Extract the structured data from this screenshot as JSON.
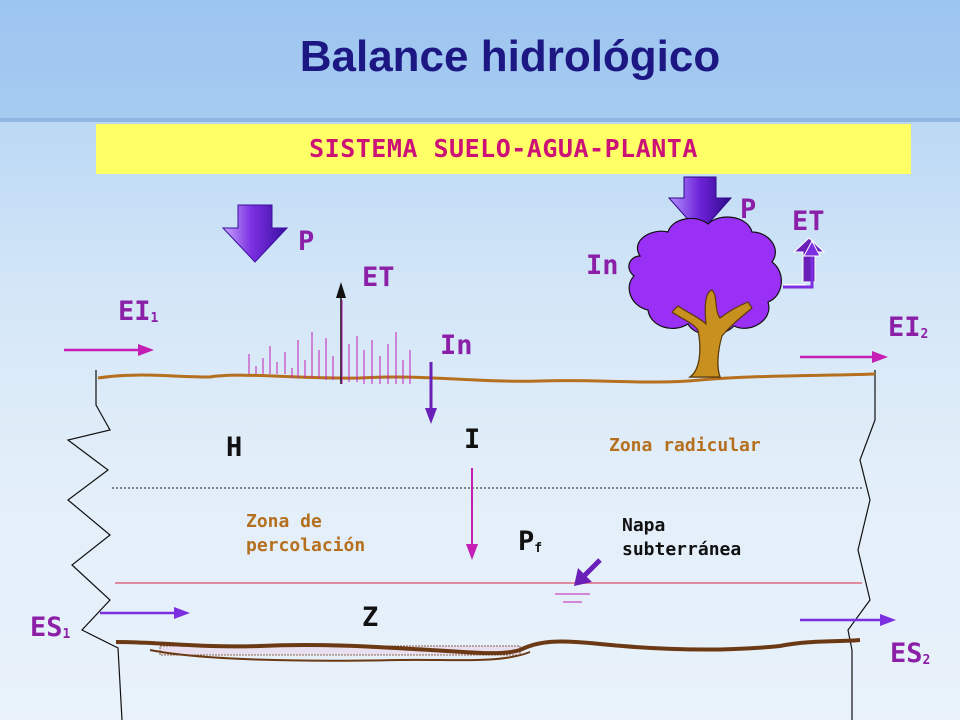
{
  "title": "Balance hidrológico",
  "subtitle": "SISTEMA SUELO-AGUA-PLANTA",
  "labels": {
    "p_left": "P",
    "p_right": "P",
    "et_left": "ET",
    "et_right": "ET",
    "in_left": "In",
    "in_right": "In",
    "ei1": "EI",
    "ei1_sub": "1",
    "ei2": "EI",
    "ei2_sub": "2",
    "es1": "ES",
    "es1_sub": "1",
    "es2": "ES",
    "es2_sub": "2",
    "h": "H",
    "i": "I",
    "z": "Z",
    "pf": "P",
    "pf_sub": "f",
    "zona_radicular": "Zona radicular",
    "zona_percolacion_1": "Zona de",
    "zona_percolacion_2": "percolación",
    "napa_1": "Napa",
    "napa_2": "subterránea"
  },
  "colors": {
    "title": "#1c1783",
    "subtitle_text": "#cc1177",
    "subtitle_bg": "#ffff66",
    "label_purple": "#8b1fa8",
    "arrow_purple": "#6a1fb8",
    "flux_pink": "#c41eb4",
    "soil_brown": "#b5701f",
    "bedrock_brown": "#6b3a14",
    "tree_crown": "#9a2ff5"
  }
}
